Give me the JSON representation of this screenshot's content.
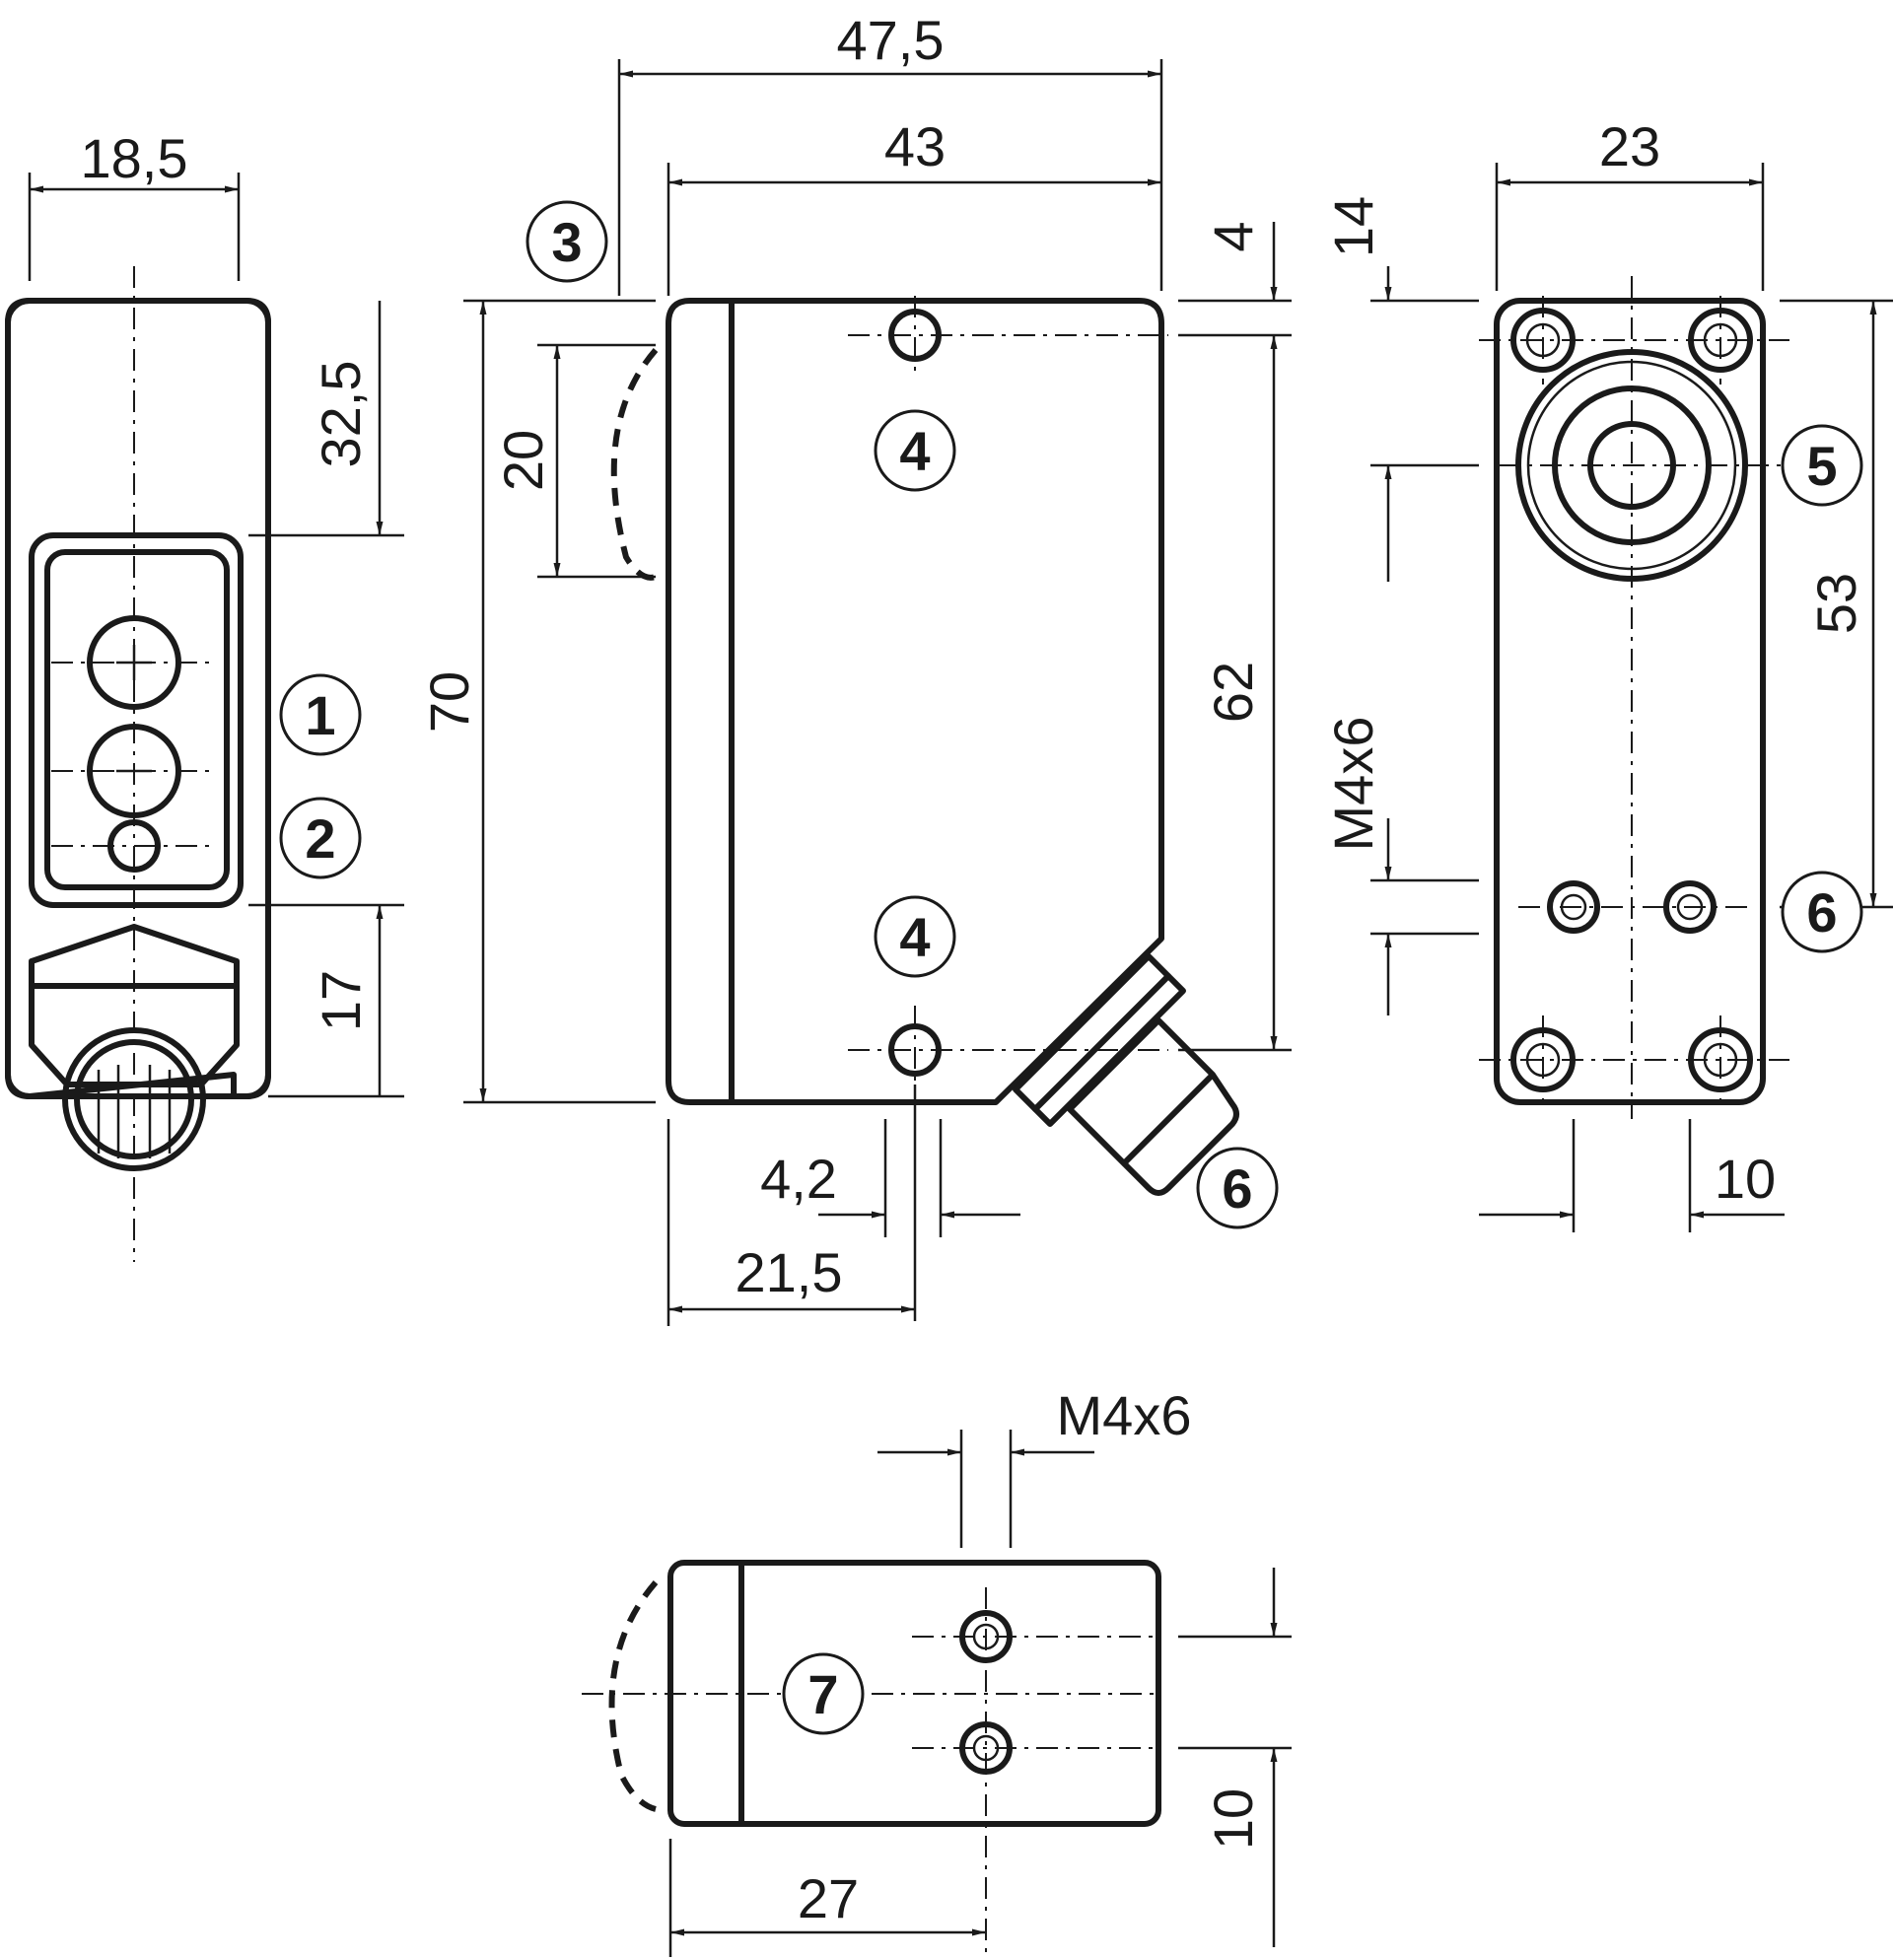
{
  "dimensions": {
    "d_47_5": "47,5",
    "d_43": "43",
    "d_18_5": "18,5",
    "d_32_5": "32,5",
    "d_17": "17",
    "d_70": "70",
    "d_20": "20",
    "d_4": "4",
    "d_62": "62",
    "d_4_2": "4,2",
    "d_21_5": "21,5",
    "d_23": "23",
    "d_14": "14",
    "d_53": "53",
    "d_m4x6_side": "M4x6",
    "d_10_bottom": "10",
    "d_m4x6_top": "M4x6",
    "d_10_vertical": "10",
    "d_27": "27"
  },
  "callouts": [
    "1",
    "2",
    "3",
    "4",
    "4",
    "5",
    "6",
    "7",
    "6"
  ]
}
